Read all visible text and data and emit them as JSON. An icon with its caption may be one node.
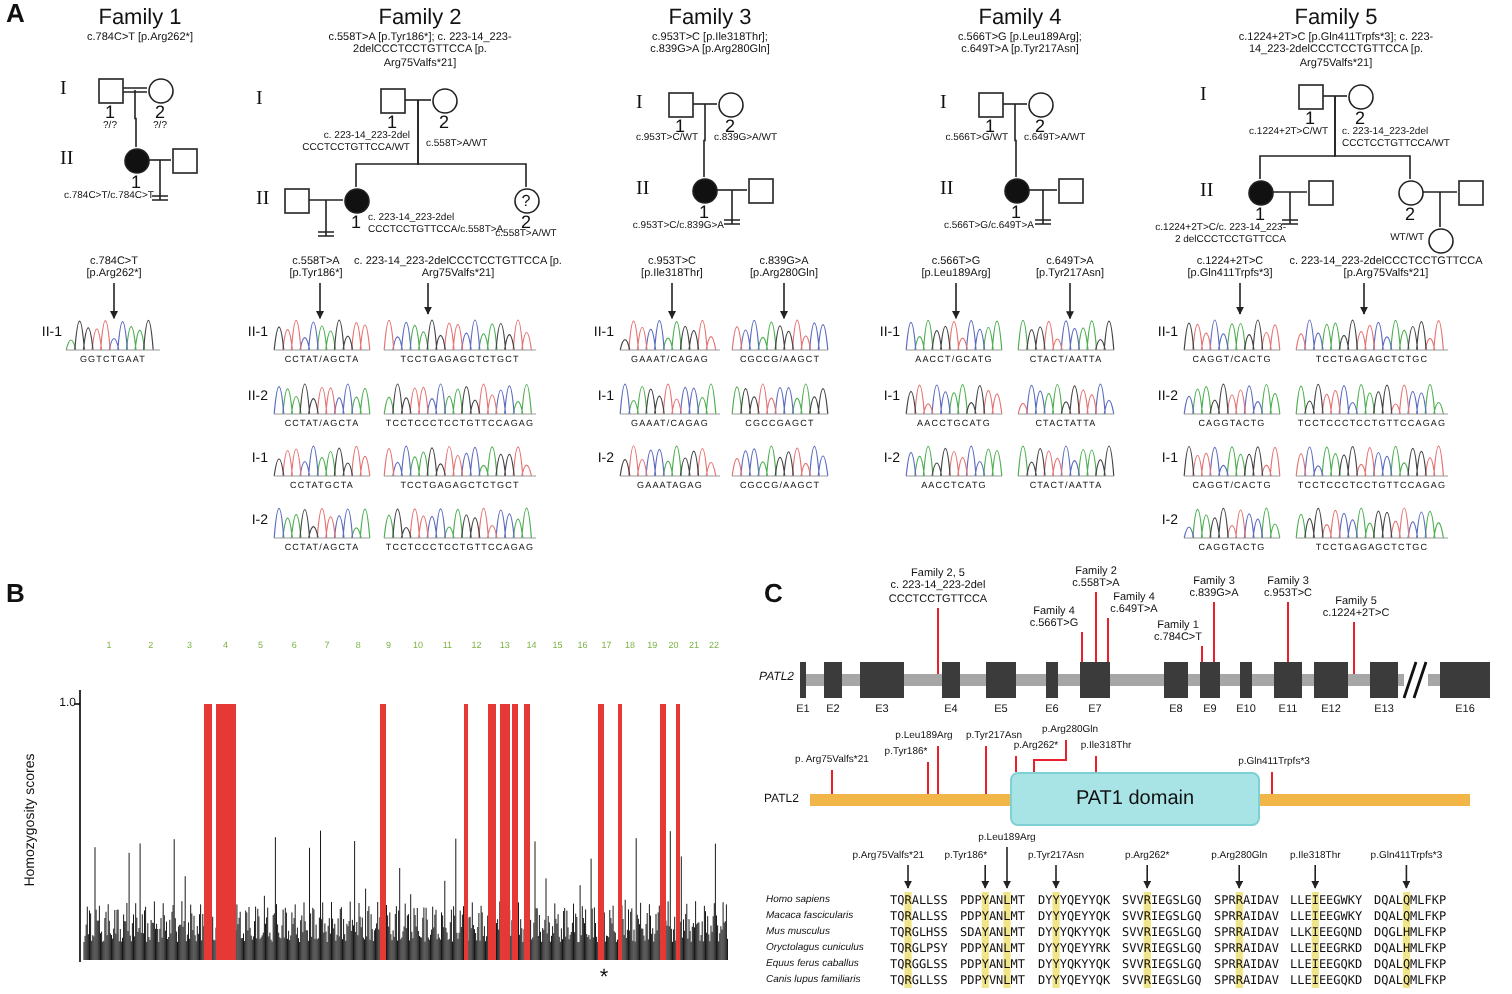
{
  "diagram": {
    "nodes": [
      {
        "text": [
          "1"
        ],
        "beside": [
          "?/?"
        ]
      },
      {
        "text": [
          "2"
        ],
        "beside": [
          "?/?"
        ]
      },
      {
        "text": [
          "1"
        ],
        "beside": [
          "c.784C>T/c.784C>T"
        ]
      },
      {
        "text": [],
        "shape": "box"
      },
      {
        "text": [
          "1"
        ],
        "beside": [
          "c. 223-14_223-2del CCCTCCTGTTCCA/WT"
        ]
      },
      {
        "text": [
          "2"
        ],
        "beside": [
          "c.558T>A/WT"
        ]
      },
      {
        "text": [],
        "shape": "box"
      },
      {
        "text": [
          "1"
        ],
        "beside": [
          "c. 223-14_223-2del CCCTCCTGTTCCA/c.558T>A"
        ]
      },
      {
        "text": [
          "?",
          "2"
        ],
        "beside": [
          "c.558T>A/WT"
        ]
      },
      {
        "text": [
          "1"
        ],
        "beside": [
          "c.953T>C/WT"
        ]
      },
      {
        "text": [
          "2"
        ],
        "beside": [
          "c.839G>A/WT"
        ]
      },
      {
        "text": [
          "1"
        ],
        "beside": [
          "c.953T>C/c.839G>A"
        ]
      },
      {
        "text": [],
        "shape": "box"
      },
      {
        "text": [
          "1"
        ],
        "beside": [
          "c.566T>G/WT"
        ]
      },
      {
        "text": [
          "2"
        ],
        "beside": [
          "c.649T>A/WT"
        ]
      },
      {
        "text": [
          "1"
        ],
        "beside": [
          "c.566T>G/c.649T>A"
        ]
      },
      {
        "text": [],
        "shape": "box"
      },
      {
        "text": [
          "1"
        ],
        "beside": [
          "c.1224+2T>C/WT"
        ]
      },
      {
        "text": [
          "2"
        ],
        "beside": [
          "c. 223-14_223-2del CCCTCCTGTTCCA/WT"
        ]
      },
      {
        "text": [
          "1"
        ],
        "beside": [
          "c.1224+2T>C/c. 223-14_223-2 delCCCTCCTGTTCCA"
        ]
      },
      {
        "text": [],
        "shape": "box"
      },
      {
        "text": [
          "2"
        ]
      },
      {
        "text": [],
        "shape": "box"
      },
      {
        "text": [],
        "shape": "circle",
        "beside": [
          "WT/WT"
        ]
      },
      {
        "text": [
          "c.784C>T [p.Arg262*]"
        ]
      },
      {
        "text": [
          "c.558T>A [p.Tyr186*]"
        ]
      },
      {
        "text": [
          "c. 223-14_223-2delCCCTCCTGTTCCA [p. Arg75Valfs*21]"
        ]
      },
      {
        "text": [
          "c.953T>C [p.Ile318Thr]"
        ]
      },
      {
        "text": [
          "c.839G>A [p.Arg280Gln]"
        ]
      },
      {
        "text": [
          "c.566T>G [p.Leu189Arg]"
        ]
      },
      {
        "text": [
          "c.649T>A [p.Tyr217Asn]"
        ]
      },
      {
        "text": [
          "c.1224+2T>C [p.Gln411Trpfs*3]"
        ]
      },
      {
        "text": [
          "c. 223-14_223-2delCCCTCCTGTTCCA [p.Arg75Valfs*21]"
        ]
      },
      {
        "text": [
          "Family 2, 5",
          "c. 223-14_223-2del CCCTCCTGTTCCA"
        ]
      },
      {
        "text": [
          "Family 4",
          "c.566T>G"
        ]
      },
      {
        "text": [
          "Family 2",
          "c.558T>A"
        ]
      },
      {
        "text": [
          "Family 4",
          "c.649T>A"
        ]
      },
      {
        "text": [
          "Family 1",
          "c.784C>T"
        ]
      },
      {
        "text": [
          "Family 3",
          "c.839G>A"
        ]
      },
      {
        "text": [
          "Family 3",
          "c.953T>C"
        ]
      },
      {
        "text": [
          "Family 5",
          "c.1224+2T>C"
        ]
      },
      {
        "text": [],
        "shape": "bar"
      },
      {
        "text": [
          "PAT1 domain"
        ],
        "in": 41
      },
      {
        "text": [
          "p. Arg75Valfs*21"
        ]
      },
      {
        "text": [
          "p.Tyr186*"
        ]
      },
      {
        "text": [
          "p.Leu189Arg"
        ]
      },
      {
        "text": [
          "p.Tyr217Asn"
        ]
      },
      {
        "text": [
          "p.Arg262*"
        ]
      },
      {
        "text": [
          "p.Arg280Gln"
        ]
      },
      {
        "text": [
          "p.Ile318Thr"
        ]
      },
      {
        "text": [
          "p.Gln411Trpfs*3"
        ]
      },
      {
        "text": [
          "p.Arg75Valfs*21"
        ]
      },
      {
        "text": [
          "p.Tyr186*"
        ]
      },
      {
        "text": [
          "p.Leu189Arg"
        ]
      },
      {
        "text": [
          "p.Tyr217Asn"
        ]
      },
      {
        "text": [
          "p.Arg262*"
        ]
      },
      {
        "text": [
          "p.Arg280Gln"
        ]
      },
      {
        "text": [
          "p.Ile318Thr"
        ]
      },
      {
        "text": [
          "p.Gln411Trpfs*3"
        ]
      },
      {
        "text": [],
        "shape": "chart"
      },
      {
        "text": [],
        "shape": "chart"
      },
      {
        "text": [],
        "shape": "chart"
      },
      {
        "text": [],
        "shape": "chart"
      },
      {
        "text": [],
        "shape": "chart"
      },
      {
        "text": [],
        "shape": "chart"
      },
      {
        "text": [],
        "shape": "chart"
      },
      {
        "text": [],
        "shape": "chart"
      },
      {
        "text": [],
        "shape": "chart"
      },
      {
        "text": [],
        "shape": "bar"
      },
      {
        "text": [],
        "shape": "bar"
      },
      {
        "text": [],
        "shape": "bar"
      },
      {
        "text": [],
        "shape": "bar"
      },
      {
        "text": [],
        "shape": "bar"
      },
      {
        "text": [],
        "shape": "bar"
      },
      {
        "text": [],
        "shape": "bar"
      },
      {
        "text": [],
        "shape": "bar"
      },
      {
        "text": [],
        "shape": "bar"
      }
    ],
    "edges": [
      {
        "from": 0,
        "to": 1,
        "arrow": "none"
      },
      {
        "from": 0,
        "to": 2,
        "arrow": "none"
      },
      {
        "from": 1,
        "to": 2,
        "arrow": "none"
      },
      {
        "from": 2,
        "to": 3,
        "arrow": "none"
      },
      {
        "from": 4,
        "to": 5,
        "arrow": "none"
      },
      {
        "from": 4,
        "to": 7,
        "arrow": "none"
      },
      {
        "from": 5,
        "to": 7,
        "arrow": "none"
      },
      {
        "from": 4,
        "to": 8,
        "arrow": "none"
      },
      {
        "from": 5,
        "to": 8,
        "arrow": "none"
      },
      {
        "from": 6,
        "to": 7,
        "arrow": "none"
      },
      {
        "from": 9,
        "to": 10,
        "arrow": "none"
      },
      {
        "from": 9,
        "to": 11,
        "arrow": "none"
      },
      {
        "from": 10,
        "to": 11,
        "arrow": "none"
      },
      {
        "from": 11,
        "to": 12,
        "arrow": "none"
      },
      {
        "from": 13,
        "to": 14,
        "arrow": "none"
      },
      {
        "from": 13,
        "to": 15,
        "arrow": "none"
      },
      {
        "from": 14,
        "to": 15,
        "arrow": "none"
      },
      {
        "from": 15,
        "to": 16,
        "arrow": "none"
      },
      {
        "from": 17,
        "to": 18,
        "arrow": "none"
      },
      {
        "from": 17,
        "to": 19,
        "arrow": "none"
      },
      {
        "from": 18,
        "to": 19,
        "arrow": "none"
      },
      {
        "from": 17,
        "to": 21,
        "arrow": "none"
      },
      {
        "from": 18,
        "to": 21,
        "arrow": "none"
      },
      {
        "from": 19,
        "to": 20,
        "arrow": "none"
      },
      {
        "from": 21,
        "to": 22,
        "arrow": "none"
      },
      {
        "from": 21,
        "to": 23,
        "arrow": "none"
      },
      {
        "from": 22,
        "to": 23,
        "arrow": "none"
      },
      {
        "from": 24,
        "to": 59,
        "arrow": "to"
      },
      {
        "from": 25,
        "to": 60,
        "arrow": "to"
      },
      {
        "from": 26,
        "to": 61,
        "arrow": "to"
      },
      {
        "from": 27,
        "to": 62,
        "arrow": "to"
      },
      {
        "from": 28,
        "to": 63,
        "arrow": "to"
      },
      {
        "from": 29,
        "to": 64,
        "arrow": "to"
      },
      {
        "from": 30,
        "to": 65,
        "arrow": "to"
      },
      {
        "from": 31,
        "to": 66,
        "arrow": "to"
      },
      {
        "from": 32,
        "to": 67,
        "arrow": "to"
      },
      {
        "from": 33,
        "to": 68,
        "arrow": "none",
        "color": "#e8202a"
      },
      {
        "from": 34,
        "to": 68,
        "arrow": "none",
        "color": "#e8202a"
      },
      {
        "from": 35,
        "to": 68,
        "arrow": "none",
        "color": "#e8202a"
      },
      {
        "from": 36,
        "to": 68,
        "arrow": "none",
        "color": "#e8202a"
      },
      {
        "from": 37,
        "to": 68,
        "arrow": "none",
        "color": "#e8202a"
      },
      {
        "from": 38,
        "to": 68,
        "arrow": "none",
        "color": "#e8202a"
      },
      {
        "from": 39,
        "to": 68,
        "arrow": "none",
        "color": "#e8202a"
      },
      {
        "from": 40,
        "to": 68,
        "arrow": "none",
        "color": "#e8202a"
      },
      {
        "from": 43,
        "to": 41,
        "arrow": "none",
        "color": "#e8202a"
      },
      {
        "from": 44,
        "to": 41,
        "arrow": "none",
        "color": "#e8202a"
      },
      {
        "from": 45,
        "to": 41,
        "arrow": "none",
        "color": "#e8202a"
      },
      {
        "from": 46,
        "to": 41,
        "arrow": "none",
        "color": "#e8202a"
      },
      {
        "from": 47,
        "to": 42,
        "arrow": "none",
        "color": "#e8202a"
      },
      {
        "from": 48,
        "to": 42,
        "arrow": "none",
        "color": "#e8202a"
      },
      {
        "from": 49,
        "to": 42,
        "arrow": "none",
        "color": "#e8202a"
      },
      {
        "from": 50,
        "to": 41,
        "arrow": "none",
        "color": "#e8202a"
      },
      {
        "from": 51,
        "to": 69,
        "arrow": "to"
      },
      {
        "from": 52,
        "to": 70,
        "arrow": "to"
      },
      {
        "from": 53,
        "to": 71,
        "arrow": "to"
      },
      {
        "from": 54,
        "to": 72,
        "arrow": "to"
      },
      {
        "from": 55,
        "to": 73,
        "arrow": "to"
      },
      {
        "from": 56,
        "to": 74,
        "arrow": "to"
      },
      {
        "from": 57,
        "to": 75,
        "arrow": "to"
      },
      {
        "from": 58,
        "to": 76,
        "arrow": "to"
      }
    ],
    "labels": [
      "A",
      "Family 1",
      "c.784C>T [p.Arg262*]",
      "Family 2",
      "c.558T>A [p.Tyr186*]; c. 223-14_223-2delCCCTCCTGTTCCA [p. Arg75Valfs*21]",
      "Family 3",
      "c.953T>C [p.Ile318Thr]; c.839G>A [p.Arg280Gln]",
      "Family 4",
      "c.566T>G [p.Leu189Arg]; c.649T>A [p.Tyr217Asn]",
      "Family 5",
      "c.1224+2T>C [p.Gln411Trpfs*3]; c. 223-14_223-2delCCCTCCTGTTCCA [p. Arg75Valfs*21]",
      "I",
      "II",
      "I",
      "II",
      "I",
      "II",
      "I",
      "II",
      "I",
      "II",
      "II-1",
      "GGTCTGAAT",
      "II-1",
      "CCTAT/AGCTA",
      "TCCTGAGAGCTCTGCT",
      "II-2",
      "CCTAT/AGCTA",
      "TCCTCCCTCCTGTTCCAGAG",
      "I-1",
      "CCTATGCTA",
      "TCCTGAGAGCTCTGCT",
      "I-2",
      "CCTAT/AGCTA",
      "TCCTCCCTCCTGTTCCAGAG",
      "II-1",
      "GAAAT/CAGAG",
      "CGCCG/AAGCT",
      "I-1",
      "GAAAT/CAGAG",
      "CGCCGAGCT",
      "I-2",
      "GAAATAGAG",
      "CGCCG/AAGCT",
      "II-1",
      "AACCT/GCATG",
      "CTACT/AATTA",
      "I-1",
      "AACCTGCATG",
      "CTACTATTA",
      "I-2",
      "AACCTCATG",
      "CTACT/AATTA",
      "II-1",
      "CAGGT/CACTG",
      "TCCTGAGAGCTCTGC",
      "II-2",
      "CAGGTACTG",
      "TCCTCCCTCCTGTTCCAGAG",
      "I-1",
      "CAGGT/CACTG",
      "TCCTCCCTCCTGTTCCAGAG",
      "I-2",
      "CAGGTACTG",
      "TCCTGAGAGCTCTGC",
      "B",
      "Homozygosity scores",
      "1.0",
      "1",
      "2",
      "3",
      "4",
      "5",
      "6",
      "7",
      "8",
      "9",
      "10",
      "11",
      "12",
      "13",
      "14",
      "15",
      "16",
      "17",
      "18",
      "19",
      "20",
      "21",
      "22",
      "*",
      "C",
      "PATL2",
      "E1",
      "E2",
      "E3",
      "E4",
      "E5",
      "E6",
      "E7",
      "E8",
      "E9",
      "E10",
      "E11",
      "E12",
      "E13",
      "E16",
      "PATL2",
      "Homo sapiens",
      "Macaca fascicularis",
      "Mus musculus",
      "Oryctolagus cuniculus",
      "Equus ferus caballus",
      "Canis lupus familiaris",
      "TQRALLSS",
      "PDPYANLMT",
      "DYYYQEYYQK",
      "SVVRIEGSLGQ",
      "SPRRAIDAV",
      "LLEIEEGWKY",
      "DQALQMLFKP",
      "TQRALLSS",
      "PDPYANLMT",
      "DYYYQEYYQK",
      "SVVRIEGSLGQ",
      "SPRRAIDAV",
      "LLEIEEGWKY",
      "DQALQMLFKP",
      "TQRGLHSS",
      "SDAYANLMT",
      "DYYYQKYYQK",
      "SVVRIEGSLGQ",
      "SPRRAIDAV",
      "LLKIEEGQND",
      "DQGLHMLFKP",
      "TQRGLPSY",
      "PDPYANLMT",
      "DYYYQEYYRK",
      "SVVRIEGSLGQ",
      "SPRRAIDAV",
      "LLEIEEGRKD",
      "DQALHMLFKP",
      "TQRGGLSS",
      "PDPYANLMT",
      "DYYYQKYYQK",
      "SVVRIEGSLGQ",
      "SPRRAIDAV",
      "LLEIEEGQKD",
      "DQALQMLFKP",
      "TQRGLLSS",
      "PDPYVNLMT",
      "DYYYQEYYQK",
      "SVVRIEGSLGQ",
      "SPRRAIDAV",
      "LLEIEEGQKD",
      "DQALQMLFKP"
    ]
  }
}
